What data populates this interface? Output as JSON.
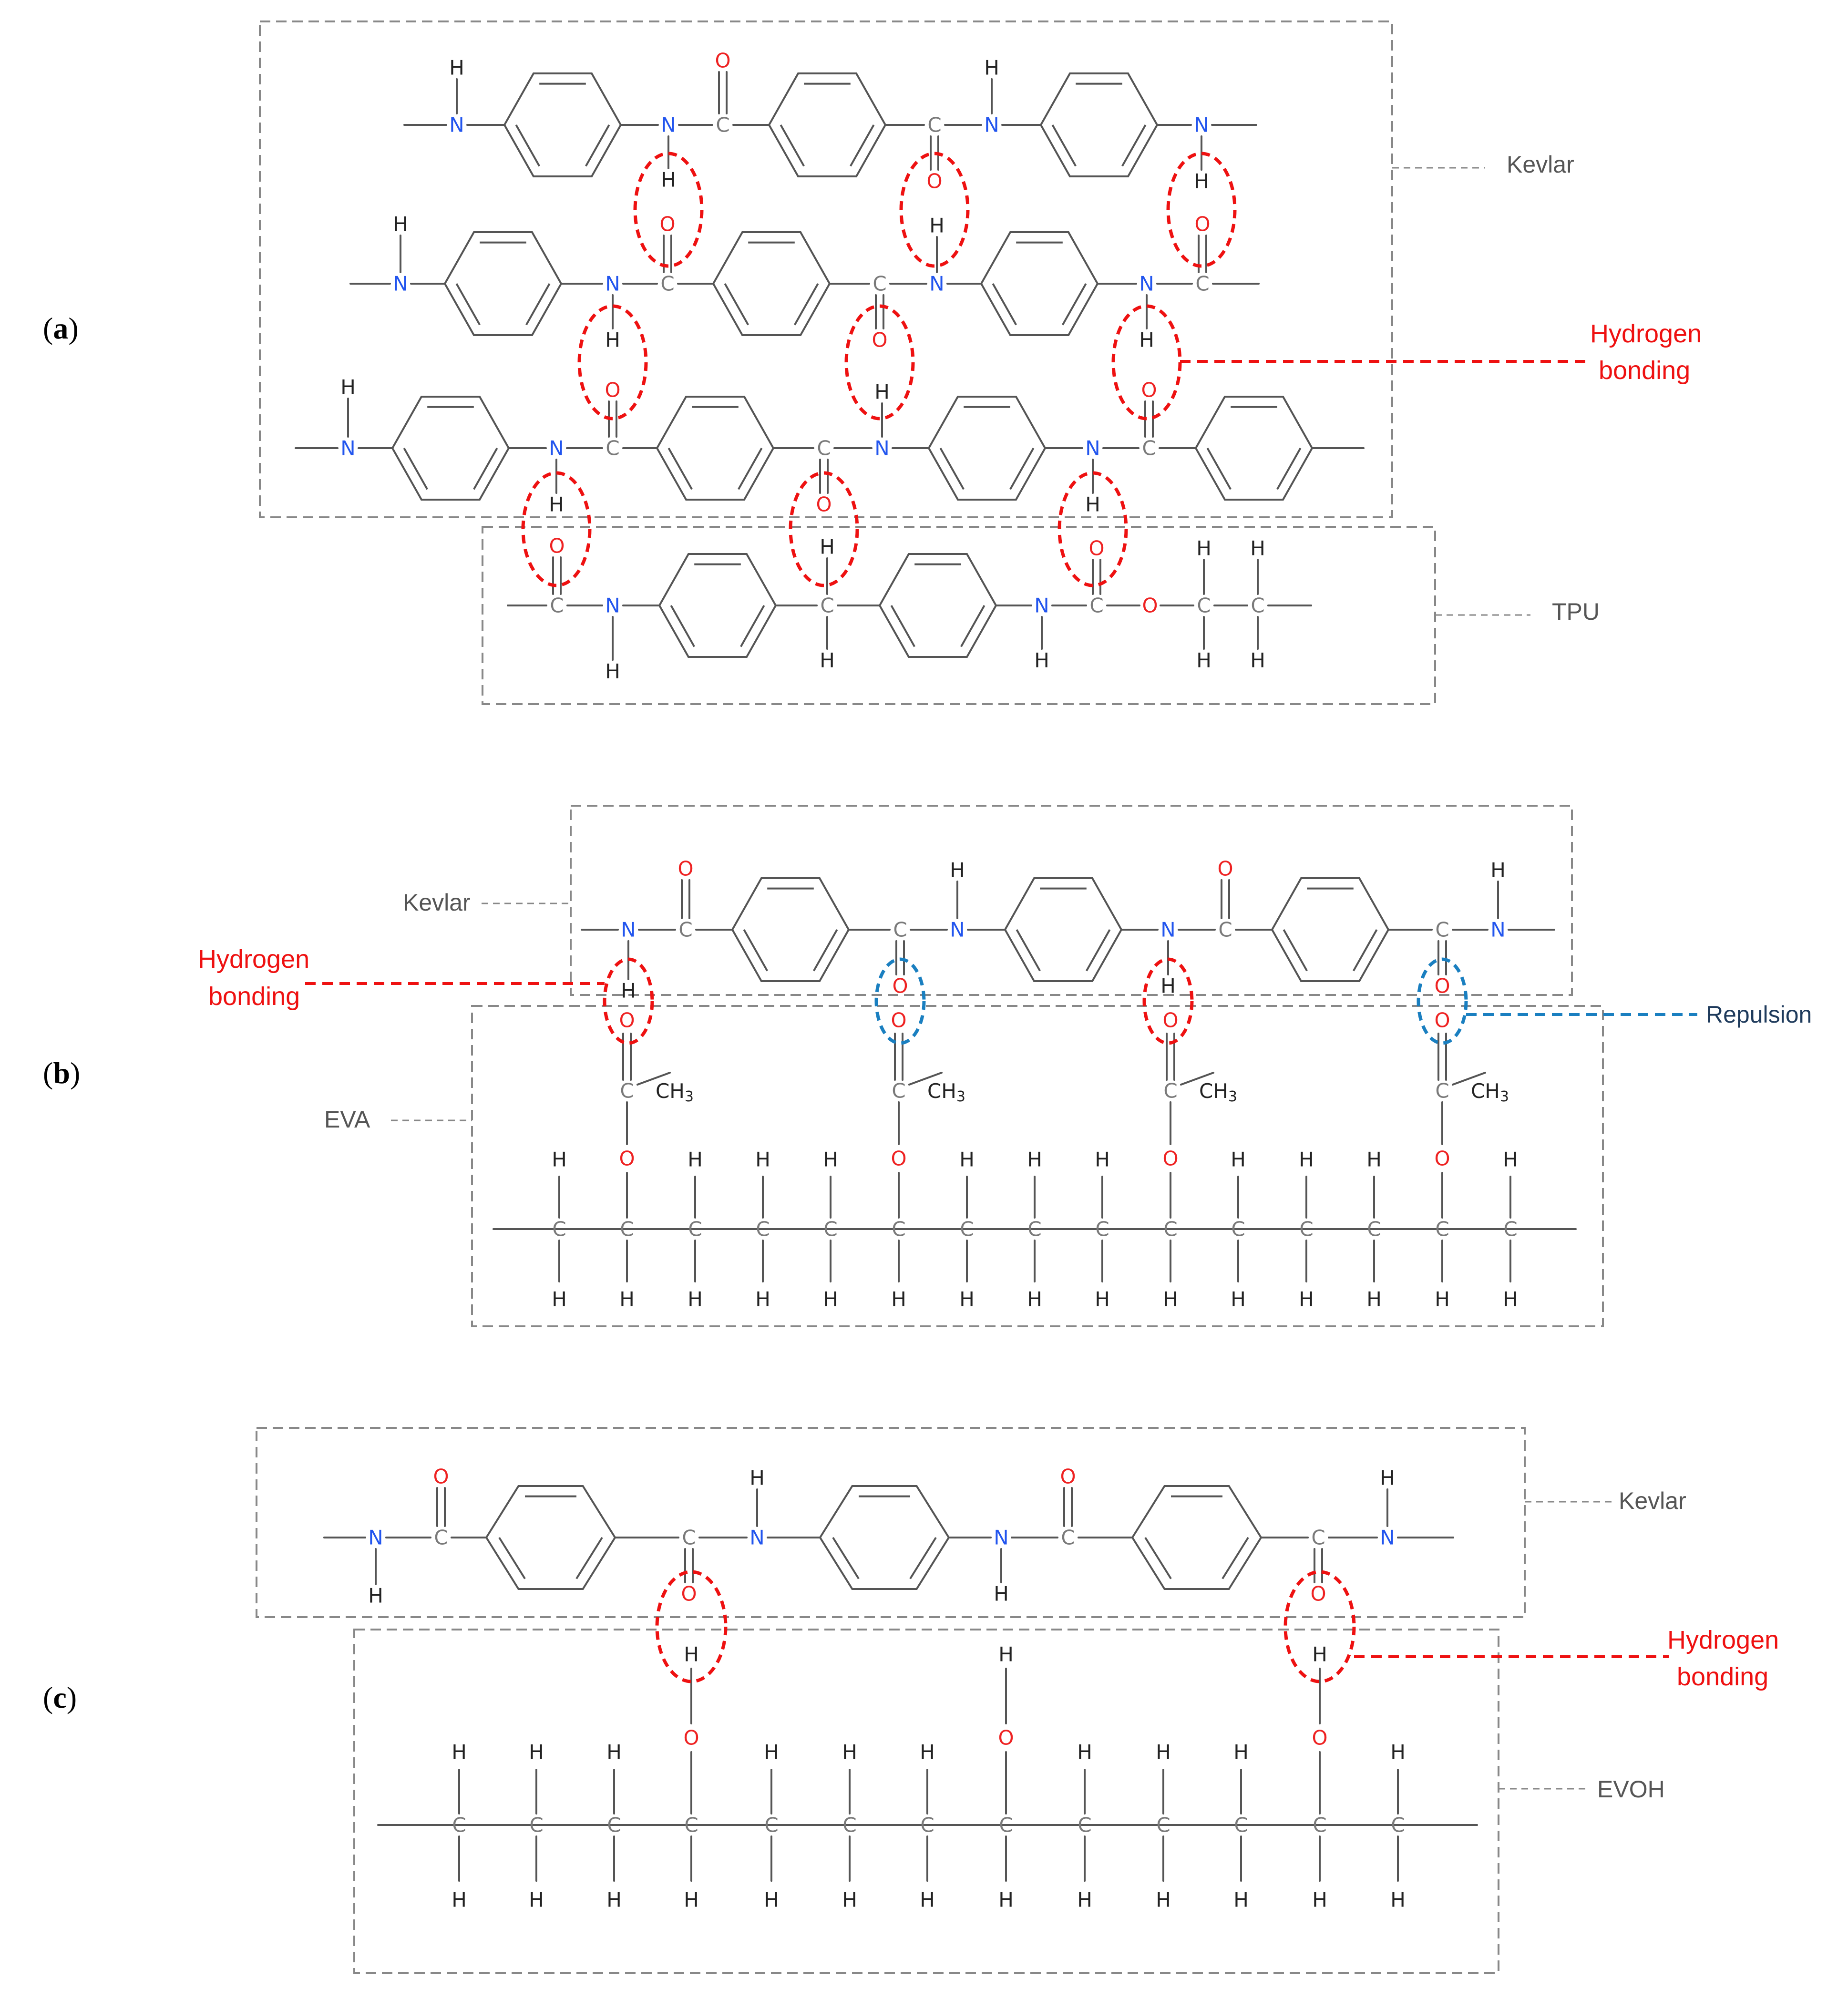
{
  "colors": {
    "carbon": "#7a7a7a",
    "hydrogen": "#222222",
    "nitrogen": "#2255ee",
    "oxygen": "#ee2222",
    "bond": "#555555",
    "box": "#888888",
    "label": "#555555",
    "hbond": "#ee1111",
    "repulsion": "#1a7fc0",
    "repulsion_text": "#1f3b5c"
  },
  "panels": {
    "a": {
      "open": "(",
      "letter": "a",
      "close": ")"
    },
    "b": {
      "open": "(",
      "letter": "b",
      "close": ")"
    },
    "c": {
      "open": "(",
      "letter": "c",
      "close": ")"
    }
  },
  "labels": {
    "kevlar": "Kevlar",
    "tpu": "TPU",
    "eva": "EVA",
    "evoh": "EVOH",
    "hydrogen_line1": "Hydrogen",
    "hydrogen_line2": "bonding",
    "repulsion": "Repulsion"
  },
  "atoms": {
    "C": "C",
    "H": "H",
    "N": "N",
    "O": "O",
    "CH": "CH",
    "sub3": "3"
  }
}
